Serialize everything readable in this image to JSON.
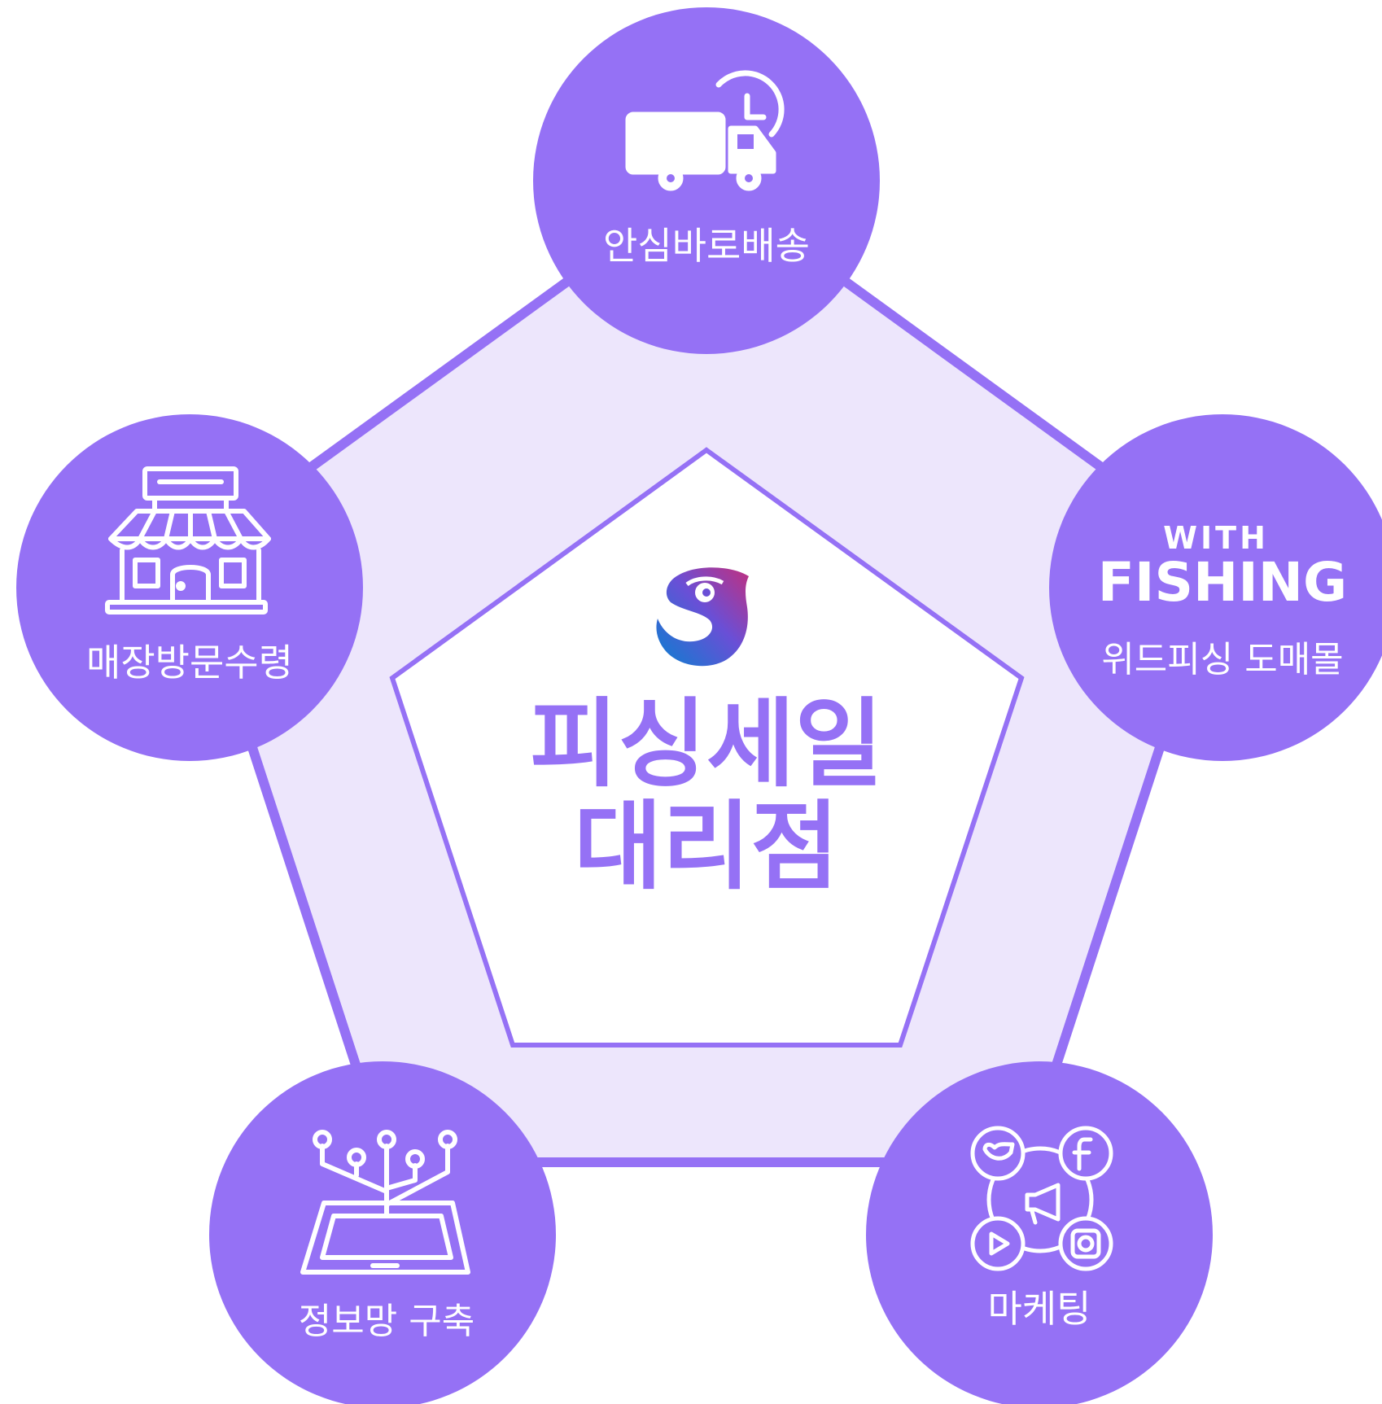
{
  "center": {
    "title_line1": "피싱세일",
    "title_line2": "대리점",
    "logo_icon": "fishing-sale-fish-logo"
  },
  "nodes": [
    {
      "id": "delivery",
      "label": "안심바로배송",
      "icon": "delivery-truck-clock-icon"
    },
    {
      "id": "wholesale",
      "label": "위드피싱 도매몰",
      "icon": "with-fishing-logo",
      "logo_line1": "WITH",
      "logo_line2": "FISHING"
    },
    {
      "id": "marketing",
      "label": "마케팅",
      "icon": "social-media-megaphone-icon"
    },
    {
      "id": "network",
      "label": "정보망 구축",
      "icon": "tablet-network-icon"
    },
    {
      "id": "pickup",
      "label": "매장방문수령",
      "icon": "storefront-icon"
    }
  ],
  "colors": {
    "accent": "#9571f5",
    "pentagon_fill": "#ede6fc",
    "pentagon_stroke": "#9571f5",
    "icon": "#ffffff",
    "title": "#9571f5",
    "logo_gradient_start": "#0b7fd0",
    "logo_gradient_end": "#c0307f"
  }
}
